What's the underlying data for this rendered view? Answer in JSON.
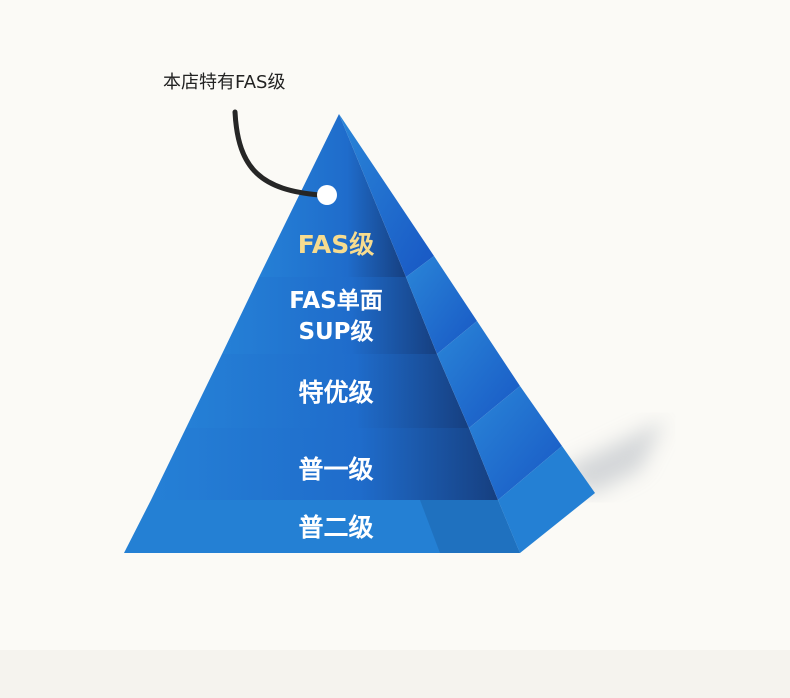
{
  "callout": {
    "text": "本店特有FAS级"
  },
  "levels": [
    {
      "label": "FAS级",
      "color": "#f7dc8f"
    },
    {
      "label_line1": "FAS单面",
      "label_line2": "SUP级"
    },
    {
      "label": "特优级"
    },
    {
      "label": "普一级"
    },
    {
      "label": "普二级"
    }
  ],
  "colors": {
    "front_light": "#2580d6",
    "front_dark": "#163f80",
    "side": "#1f6fc9",
    "background": "#fbfaf6"
  }
}
